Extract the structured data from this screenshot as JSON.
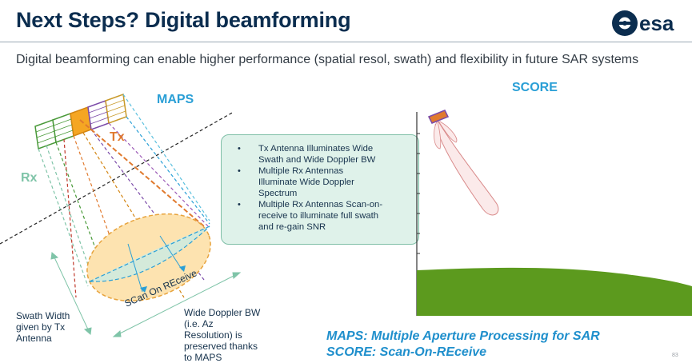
{
  "slide": {
    "title": "Next Steps? Digital beamforming",
    "subtitle": "Digital beamforming can enable higher performance (spatial resol, swath) and flexibility in future SAR systems",
    "page_number": "83"
  },
  "logo": {
    "text": "esa",
    "color": "#0b2d4f"
  },
  "diagram": {
    "maps_label": "MAPS",
    "tx_label": "Tx",
    "rx_label": "Rx",
    "ellipse_label": "SCan On REceive",
    "swath_caption": [
      "Swath Width",
      "given by Tx",
      "Antenna"
    ],
    "doppler_caption": [
      "Wide Doppler BW",
      "(i.e. Az",
      "Resolution) is",
      "preserved thanks",
      "to MAPS"
    ]
  },
  "callout": {
    "bullets": [
      [
        "Tx Antenna Illuminates Wide",
        "Swath and Wide Doppler BW"
      ],
      [
        "Multiple Rx Antennas",
        "Illuminate Wide Doppler",
        "Spectrum"
      ],
      [
        "Multiple Rx Antennas Scan-on-",
        "receive to illuminate full swath",
        "and re-gain SNR"
      ]
    ]
  },
  "score": {
    "label": "SCORE"
  },
  "definitions": [
    "MAPS: Multiple Aperture Processing for SAR",
    "SCORE: Scan-On-REceive"
  ],
  "colors": {
    "title": "#0b2d4f",
    "accent_blue": "#2a9fd6",
    "tx_orange": "#e07a2e",
    "rx_green": "#7fc4a8",
    "ground_green": "#5c9a1e"
  }
}
